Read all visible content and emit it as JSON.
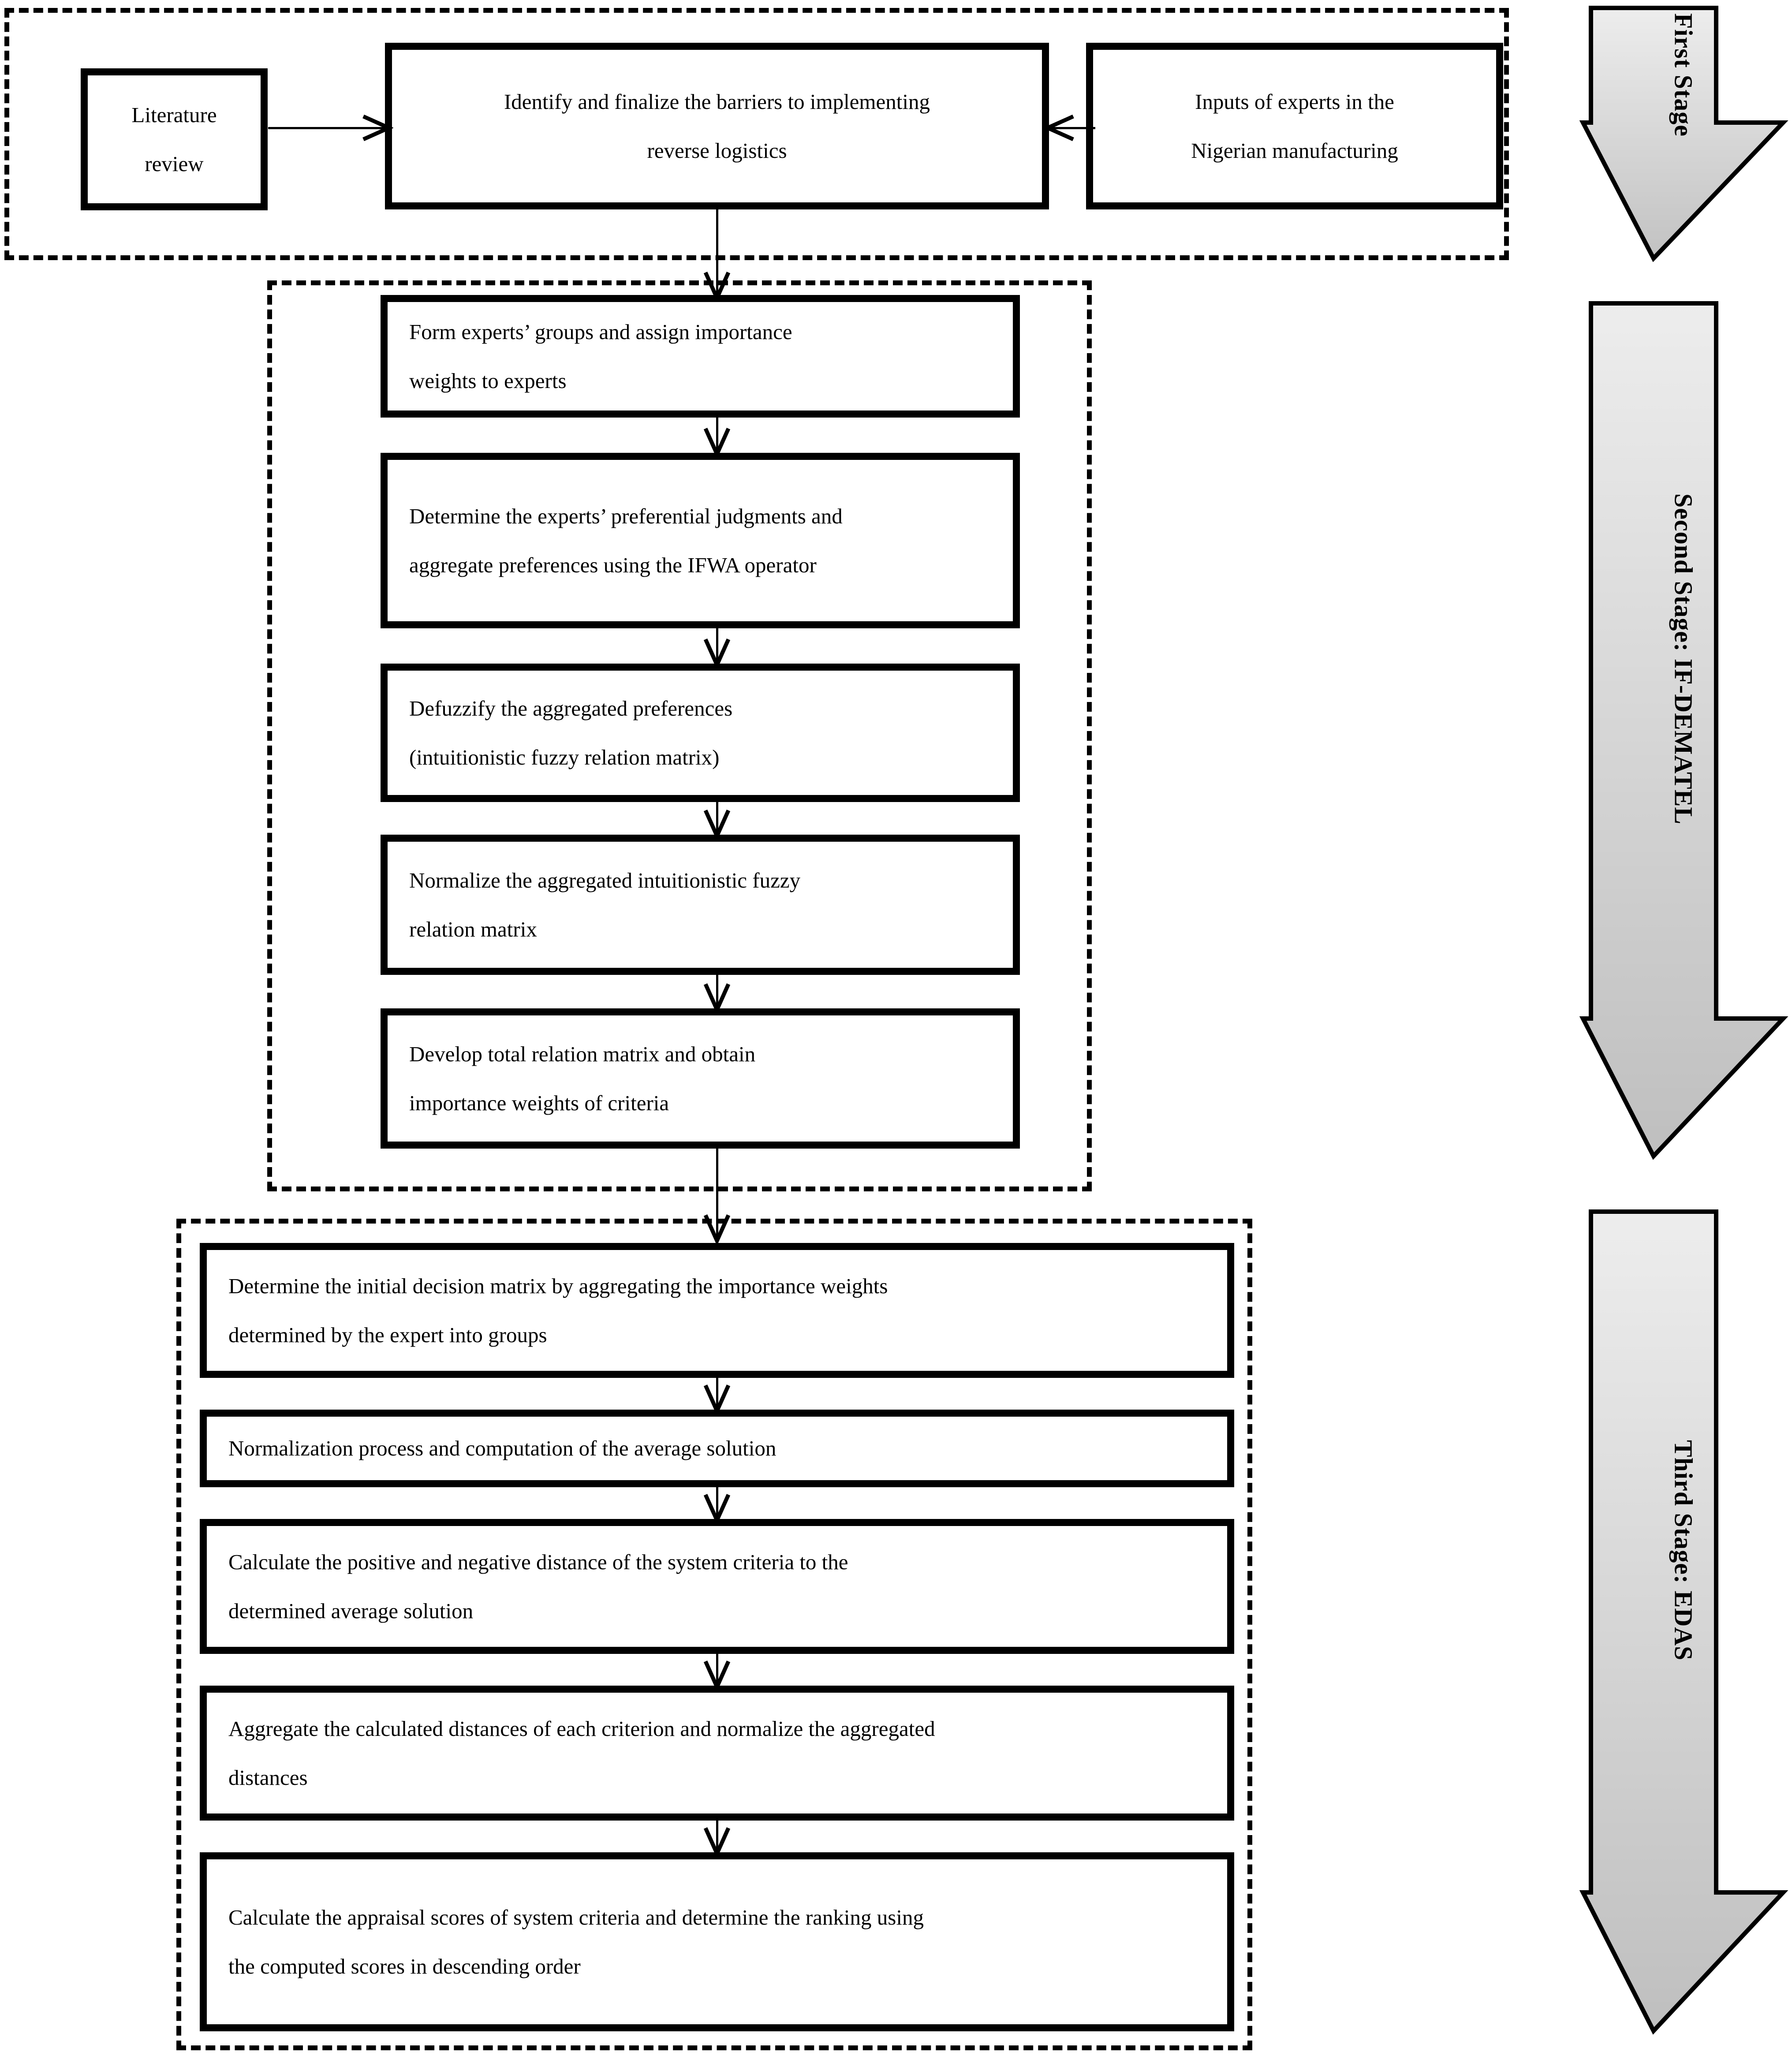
{
  "figure": {
    "type": "flowchart",
    "title": "Three-stage research methodology framework"
  },
  "stages": [
    {
      "id": "first-stage",
      "arrow_label": "First Stage",
      "nodes": [
        {
          "id": "literature-review",
          "lines": [
            "Literature",
            "review"
          ]
        },
        {
          "id": "identify-barriers",
          "lines": [
            "Identify and finalize the barriers to implementing",
            "reverse logistics"
          ]
        },
        {
          "id": "expert-inputs",
          "lines": [
            "Inputs of experts in the",
            "Nigerian manufacturing"
          ]
        }
      ]
    },
    {
      "id": "second-stage",
      "arrow_label": "Second Stage: IF-DEMATEL",
      "nodes": [
        {
          "id": "form-expert-groups",
          "lines": [
            "Form experts’ groups and assign importance",
            "weights to experts"
          ]
        },
        {
          "id": "determine-preferences",
          "lines": [
            "Determine the experts’ preferential judgments and",
            "aggregate preferences using the IFWA operator"
          ]
        },
        {
          "id": "defuzzify-preferences",
          "lines": [
            "Defuzzify the aggregated preferences",
            "(intuitionistic fuzzy relation matrix)"
          ]
        },
        {
          "id": "normalize-matrix",
          "lines": [
            "Normalize the aggregated intuitionistic fuzzy",
            "relation matrix"
          ]
        },
        {
          "id": "total-relation-matrix",
          "lines": [
            "Develop total relation matrix and obtain",
            "importance weights of criteria"
          ]
        }
      ]
    },
    {
      "id": "third-stage",
      "arrow_label": "Third Stage: EDAS",
      "nodes": [
        {
          "id": "initial-decision-matrix",
          "lines": [
            "Determine the initial decision matrix by aggregating the importance weights",
            "determined by the expert into groups"
          ]
        },
        {
          "id": "normalization-average",
          "lines": [
            "Normalization process and computation of the average solution"
          ]
        },
        {
          "id": "positive-negative-distance",
          "lines": [
            "Calculate the positive and negative distance of the system criteria to the",
            "determined average solution"
          ]
        },
        {
          "id": "aggregate-distances",
          "lines": [
            "Aggregate the calculated distances of each criterion and normalize the aggregated",
            "distances"
          ]
        },
        {
          "id": "appraisal-scores",
          "lines": [
            "Calculate the appraisal scores of system criteria and determine the ranking using",
            "the computed scores in descending order"
          ]
        }
      ]
    }
  ],
  "colors": {
    "stroke": "#000000",
    "node_fill": "#ffffff",
    "arrow_gradient_top": "#ededed",
    "arrow_gradient_bottom": "#c4c4c4",
    "background": "#ffffff"
  }
}
